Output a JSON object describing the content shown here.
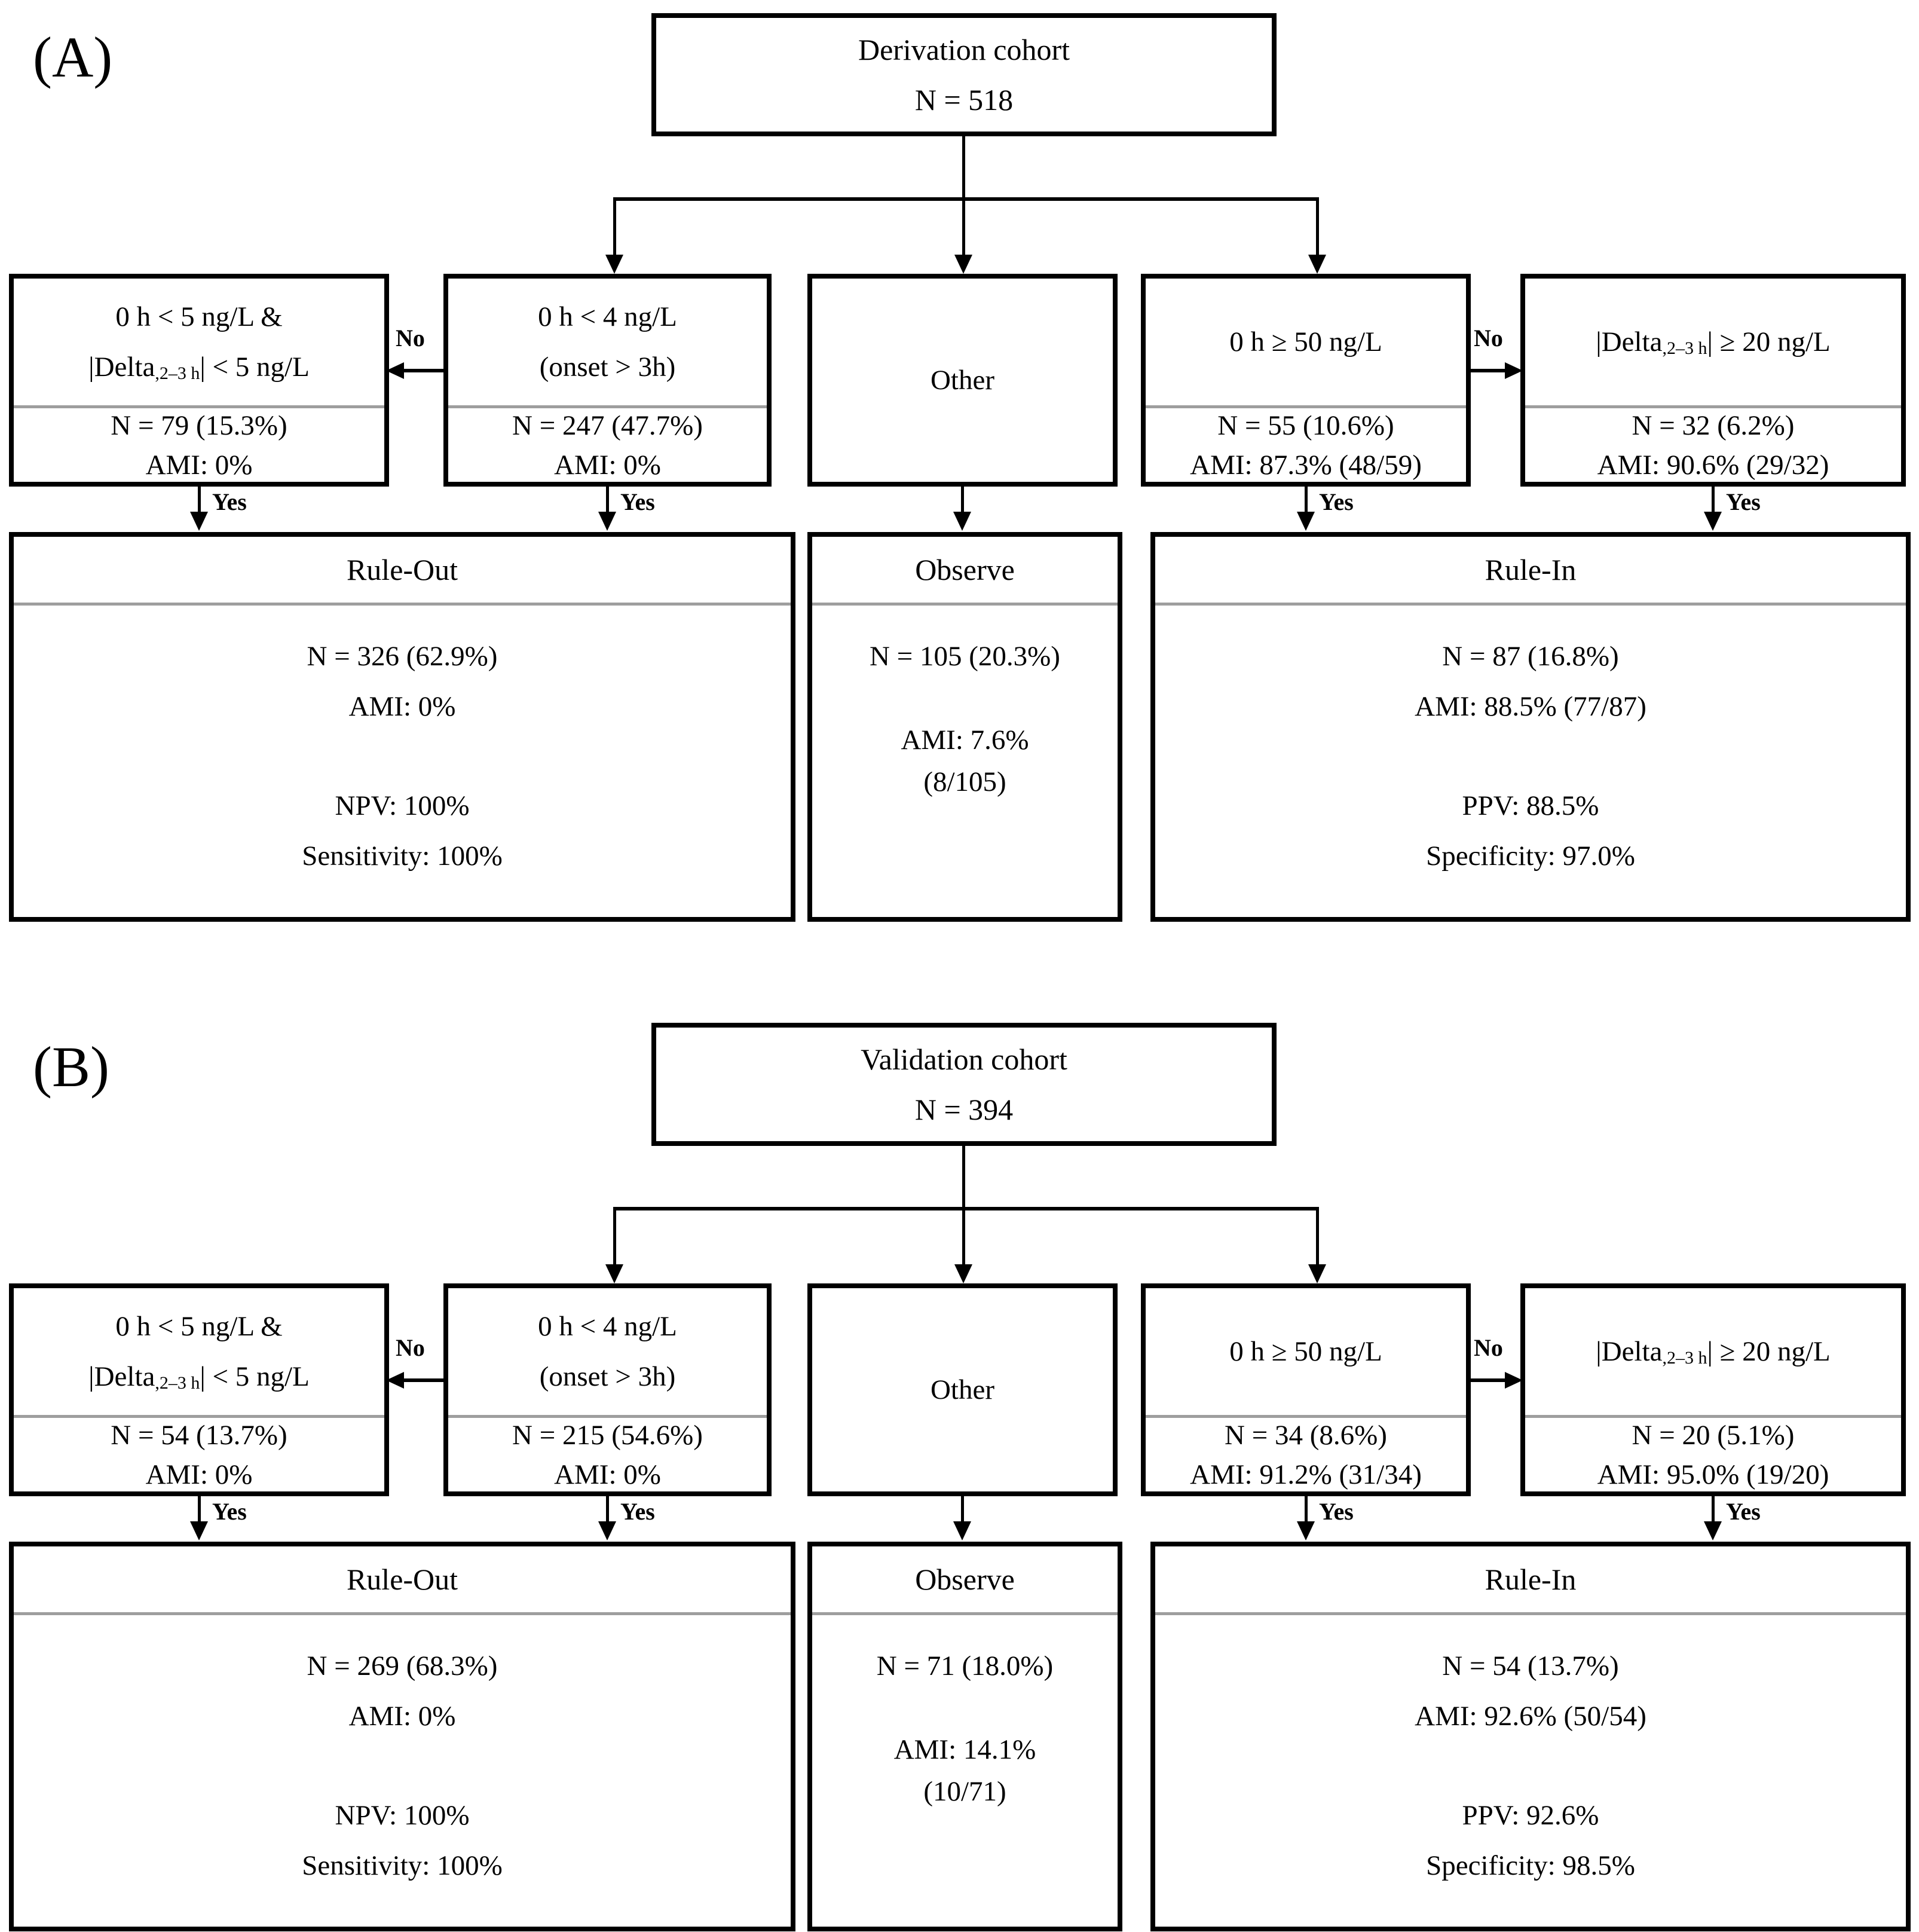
{
  "panels": {
    "a": {
      "label": "(A)",
      "root": {
        "title": "Derivation cohort",
        "n": "N = 518"
      },
      "no_label": "No",
      "yes_label": "Yes",
      "far_left": {
        "line1": "0 h < 5 ng/L &",
        "delta_pre": "|Delta",
        "delta_sub": ",2–3 h",
        "delta_post": "| < 5 ng/L",
        "n": "N = 79 (15.3%)",
        "ami": "AMI: 0%"
      },
      "left": {
        "line1": "0 h < 4 ng/L",
        "line2": "(onset > 3h)",
        "n": "N = 247 (47.7%)",
        "ami": "AMI: 0%"
      },
      "center": {
        "title": "Other"
      },
      "right": {
        "line1": "0 h ≥ 50 ng/L",
        "n": "N = 55 (10.6%)",
        "ami": "AMI: 87.3% (48/59)"
      },
      "far_right": {
        "delta_pre": "|Delta",
        "delta_sub": ",2–3 h",
        "delta_post": "| ≥ 20 ng/L",
        "n": "N = 32 (6.2%)",
        "ami": "AMI: 90.6% (29/32)"
      },
      "rule_out": {
        "title": "Rule-Out",
        "n": "N = 326 (62.9%)",
        "ami": "AMI: 0%",
        "npv": "NPV: 100%",
        "sens": "Sensitivity: 100%"
      },
      "observe": {
        "title": "Observe",
        "n": "N = 105 (20.3%)",
        "ami": "AMI: 7.6%",
        "frac": "(8/105)"
      },
      "rule_in": {
        "title": "Rule-In",
        "n": "N = 87 (16.8%)",
        "ami": "AMI: 88.5% (77/87)",
        "ppv": "PPV: 88.5%",
        "spec": "Specificity: 97.0%"
      }
    },
    "b": {
      "label": "(B)",
      "root": {
        "title": "Validation cohort",
        "n": "N = 394"
      },
      "no_label": "No",
      "yes_label": "Yes",
      "far_left": {
        "line1": "0 h < 5 ng/L &",
        "delta_pre": "|Delta",
        "delta_sub": ",2–3 h",
        "delta_post": "| < 5 ng/L",
        "n": "N = 54 (13.7%)",
        "ami": "AMI: 0%"
      },
      "left": {
        "line1": "0 h < 4 ng/L",
        "line2": "(onset > 3h)",
        "n": "N = 215 (54.6%)",
        "ami": "AMI: 0%"
      },
      "center": {
        "title": "Other"
      },
      "right": {
        "line1": "0 h ≥ 50 ng/L",
        "n": "N = 34 (8.6%)",
        "ami": "AMI: 91.2% (31/34)"
      },
      "far_right": {
        "delta_pre": "|Delta",
        "delta_sub": ",2–3 h",
        "delta_post": "| ≥ 20 ng/L",
        "n": "N = 20 (5.1%)",
        "ami": "AMI: 95.0% (19/20)"
      },
      "rule_out": {
        "title": "Rule-Out",
        "n": "N = 269 (68.3%)",
        "ami": "AMI: 0%",
        "npv": "NPV: 100%",
        "sens": "Sensitivity: 100%"
      },
      "observe": {
        "title": "Observe",
        "n": "N = 71 (18.0%)",
        "ami": "AMI: 14.1%",
        "frac": "(10/71)"
      },
      "rule_in": {
        "title": "Rule-In",
        "n": "N = 54 (13.7%)",
        "ami": "AMI: 92.6% (50/54)",
        "ppv": "PPV: 92.6%",
        "spec": "Specificity: 98.5%"
      }
    }
  },
  "colors": {
    "line": "#000000",
    "separator": "#9e9e9e",
    "background": "#ffffff"
  }
}
